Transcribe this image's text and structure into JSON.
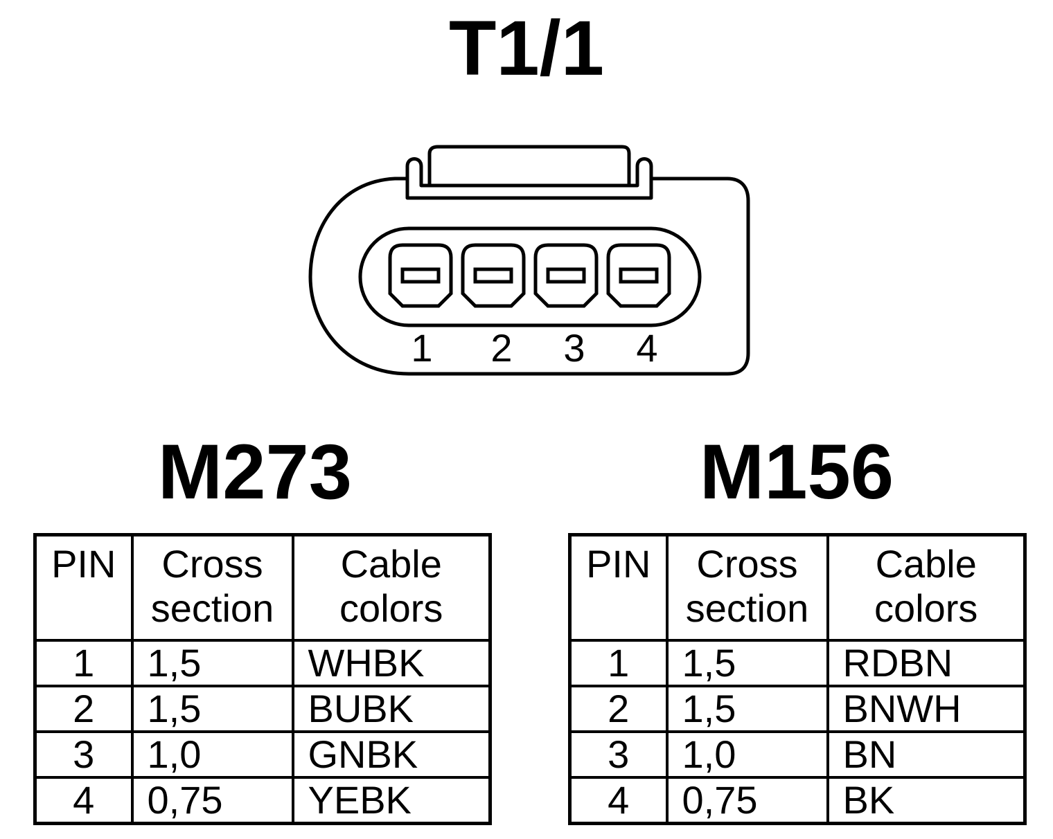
{
  "connector": {
    "title": "T1/1",
    "pin_labels": [
      "1",
      "2",
      "3",
      "4"
    ]
  },
  "tables": [
    {
      "model": "M273",
      "headers": {
        "pin": "PIN",
        "cross": [
          "Cross",
          "section"
        ],
        "colors": [
          "Cable",
          "colors"
        ]
      },
      "rows": [
        {
          "pin": "1",
          "cross": "1,5",
          "color": "WHBK"
        },
        {
          "pin": "2",
          "cross": "1,5",
          "color": "BUBK"
        },
        {
          "pin": "3",
          "cross": "1,0",
          "color": "GNBK"
        },
        {
          "pin": "4",
          "cross": "0,75",
          "color": "YEBK"
        }
      ]
    },
    {
      "model": "M156",
      "headers": {
        "pin": "PIN",
        "cross": [
          "Cross",
          "section"
        ],
        "colors": [
          "Cable",
          "colors"
        ]
      },
      "rows": [
        {
          "pin": "1",
          "cross": "1,5",
          "color": "RDBN"
        },
        {
          "pin": "2",
          "cross": "1,5",
          "color": "BNWH"
        },
        {
          "pin": "3",
          "cross": "1,0",
          "color": "BN"
        },
        {
          "pin": "4",
          "cross": "0,75",
          "color": "BK"
        }
      ]
    }
  ]
}
